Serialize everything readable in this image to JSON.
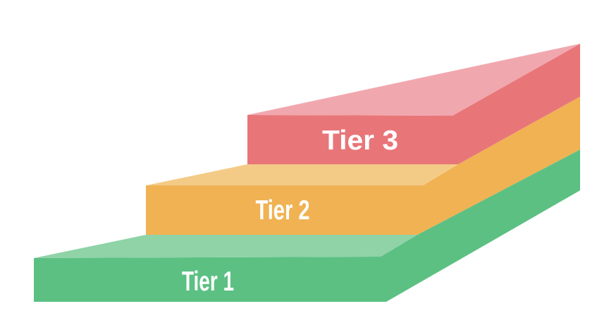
{
  "diagram": {
    "type": "3d-staircase-tiers",
    "background_color": "#ffffff",
    "label_color": "#ffffff",
    "tiers": [
      {
        "label": "Tier 1",
        "face_color": "#5cc083",
        "top_color": "#8fd3a7"
      },
      {
        "label": "Tier 2",
        "face_color": "#f0b253",
        "top_color": "#f4cb86"
      },
      {
        "label": "Tier 3",
        "face_color": "#e87679",
        "top_color": "#f1a7ae"
      }
    ]
  }
}
